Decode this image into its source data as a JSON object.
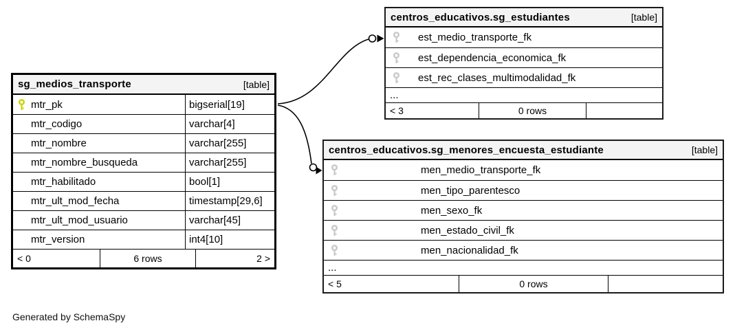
{
  "diagram": {
    "footer_note": "Generated by SchemaSpy"
  },
  "colors": {
    "primary_key_icon": "#c9d400",
    "foreign_key_icon": "#c8c8c8",
    "header_background": "#f4f4f4",
    "border": "#000000"
  },
  "tables": {
    "medios": {
      "title": "sg_medios_transporte",
      "badge": "[table]",
      "columns": [
        {
          "name": "mtr_pk",
          "type": "bigserial[19]"
        },
        {
          "name": "mtr_codigo",
          "type": "varchar[4]"
        },
        {
          "name": "mtr_nombre",
          "type": "varchar[255]"
        },
        {
          "name": "mtr_nombre_busqueda",
          "type": "varchar[255]"
        },
        {
          "name": "mtr_habilitado",
          "type": "bool[1]"
        },
        {
          "name": "mtr_ult_mod_fecha",
          "type": "timestamp[29,6]"
        },
        {
          "name": "mtr_ult_mod_usuario",
          "type": "varchar[45]"
        },
        {
          "name": "mtr_version",
          "type": "int4[10]"
        }
      ],
      "footer": {
        "left": "< 0",
        "center": "6 rows",
        "right": "2 >"
      }
    },
    "estudiantes": {
      "title": "centros_educativos.sg_estudiantes",
      "badge": "[table]",
      "columns": [
        {
          "name": "est_medio_transporte_fk"
        },
        {
          "name": "est_dependencia_economica_fk"
        },
        {
          "name": "est_rec_clases_multimodalidad_fk"
        }
      ],
      "ellipsis": "...",
      "footer": {
        "left": "< 3",
        "center": "0 rows",
        "right": ""
      }
    },
    "menores": {
      "title": "centros_educativos.sg_menores_encuesta_estudiante",
      "badge": "[table]",
      "columns": [
        {
          "name": "men_medio_transporte_fk"
        },
        {
          "name": "men_tipo_parentesco"
        },
        {
          "name": "men_sexo_fk"
        },
        {
          "name": "men_estado_civil_fk"
        },
        {
          "name": "men_nacionalidad_fk"
        }
      ],
      "ellipsis": "...",
      "footer": {
        "left": "< 5",
        "center": "0 rows",
        "right": ""
      }
    }
  },
  "relationships": [
    {
      "from": "sg_medios_transporte.mtr_pk",
      "to": "centros_educativos.sg_estudiantes.est_medio_transporte_fk"
    },
    {
      "from": "sg_medios_transporte.mtr_pk",
      "to": "centros_educativos.sg_menores_encuesta_estudiante.men_medio_transporte_fk"
    }
  ]
}
